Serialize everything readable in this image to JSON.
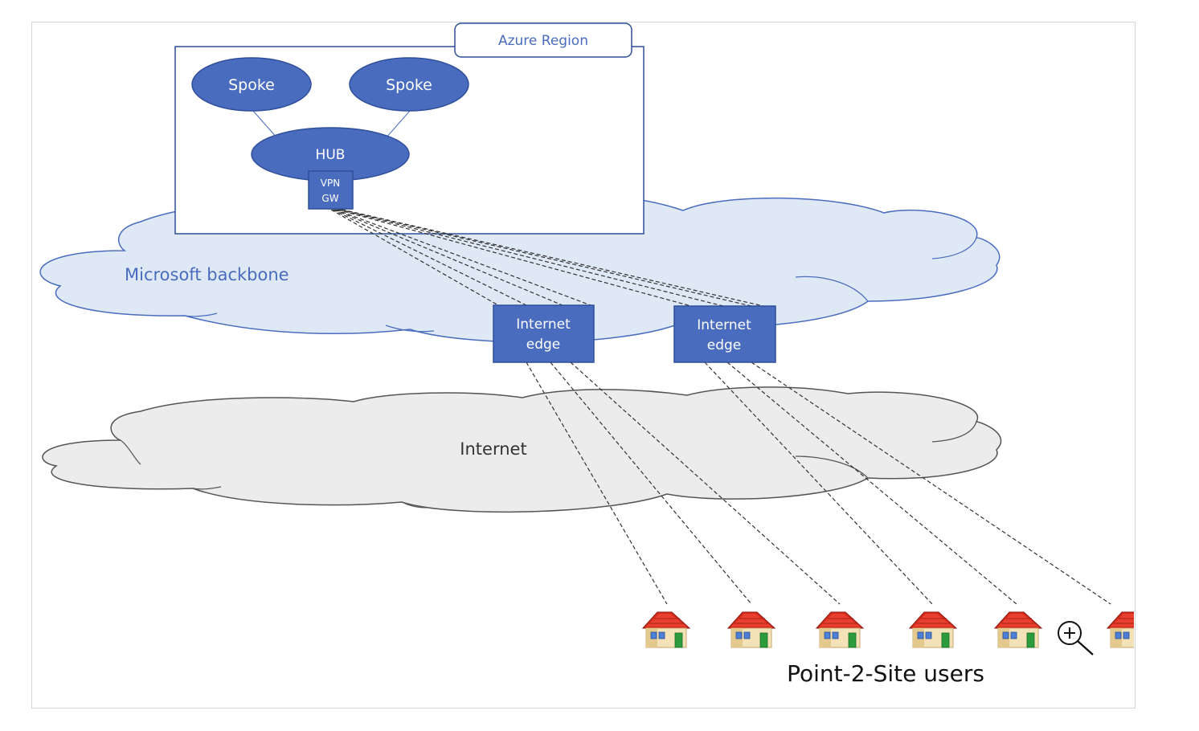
{
  "region_label": "Azure Region",
  "spokes": [
    "Spoke",
    "Spoke"
  ],
  "hub_label": "HUB",
  "vpn_gw": {
    "line1": "VPN",
    "line2": "GW"
  },
  "backbone_label": "Microsoft backbone",
  "edges": [
    {
      "line1": "Internet",
      "line2": "edge"
    },
    {
      "line1": "Internet",
      "line2": "edge"
    }
  ],
  "internet_label": "Internet",
  "users_label": "Point-2-Site users",
  "house_count": 6,
  "colors": {
    "node_fill": "#4a6cbf",
    "node_stroke": "#2f4f9a",
    "backbone_fill": "#dfe9f5",
    "backbone_stroke": "#4a6cbf",
    "internet_fill": "#ececec",
    "internet_stroke": "#555555",
    "backbone_text": "#4a6cbf",
    "link": "#333333"
  },
  "icons": {
    "zoom": "zoom-in-icon",
    "house": "house-icon"
  }
}
